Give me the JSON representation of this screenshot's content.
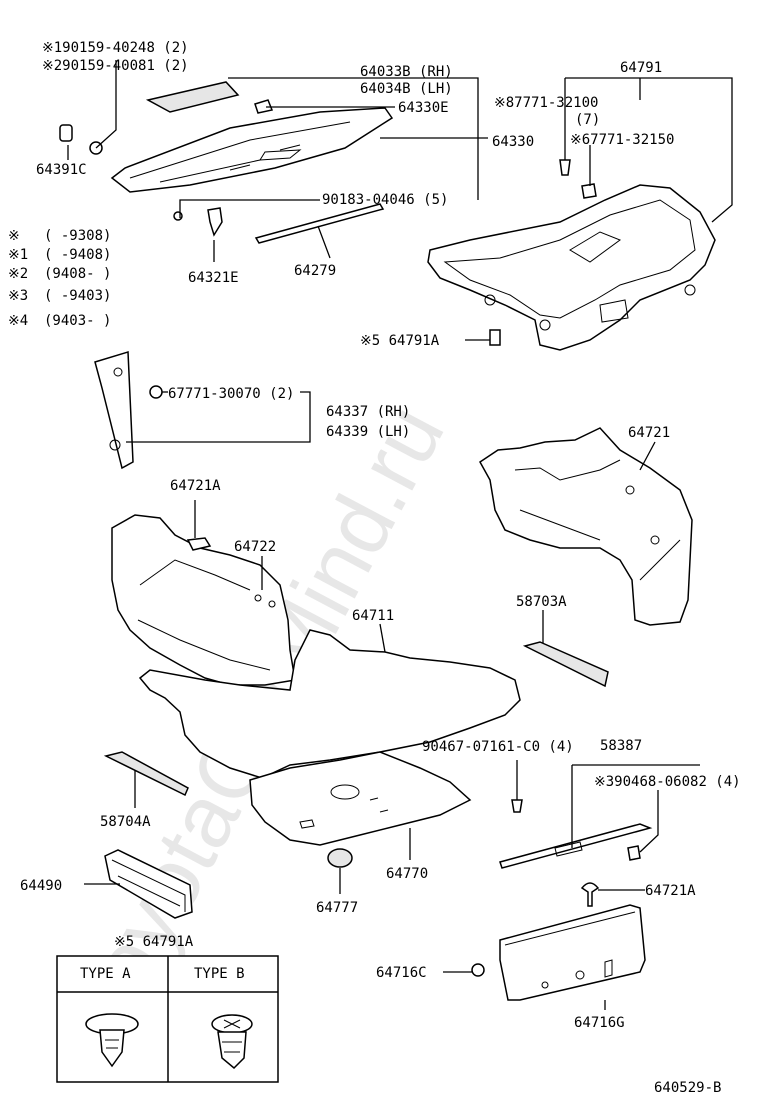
{
  "watermark": "ToyotaCarMind.ru",
  "diagram_code": "640529-B",
  "labels": {
    "p90159_40248": "※190159-40248 (2)",
    "p90159_40081": "※290159-40081 (2)",
    "p64033B": "64033B (RH)",
    "p64034B": "64034B (LH)",
    "p64330E": "64330E",
    "p64330": "64330",
    "p64391C": "64391C",
    "p90183": "90183-04046 (5)",
    "p64321E": "64321E",
    "p64279": "64279",
    "p64791": "64791",
    "p87771": "※87771-32100",
    "p87771_qty": "(7)",
    "p67771_32150": "※67771-32150",
    "p64791A_top": "※5 64791A",
    "p67771_30070": "67771-30070 (2)",
    "p64337": "64337 (RH)",
    "p64339": "64339 (LH)",
    "p64721": "64721",
    "p64721A": "64721A",
    "p64722": "64722",
    "p64711": "64711",
    "p58703A": "58703A",
    "p90467": "90467-07161-C0 (4)",
    "p58387": "58387",
    "p90468": "※390468-06082 (4)",
    "p58704A": "58704A",
    "p64770": "64770",
    "p64490": "64490",
    "p64777": "64777",
    "p64721A_b": "64721A",
    "p64716C": "64716C",
    "p64716G": "64716G",
    "p64791A_bottom": "※5 64791A"
  },
  "footnotes": [
    {
      "mark": "※",
      "range": "(      -9308)"
    },
    {
      "mark": "※1",
      "range": "(      -9408)"
    },
    {
      "mark": "※2",
      "range": "(9408-      )"
    },
    {
      "mark": "※3",
      "range": "(      -9403)"
    },
    {
      "mark": "※4",
      "range": "(9403-      )"
    }
  ],
  "type_table": {
    "col_a": "TYPE  A",
    "col_b": "TYPE  B"
  }
}
